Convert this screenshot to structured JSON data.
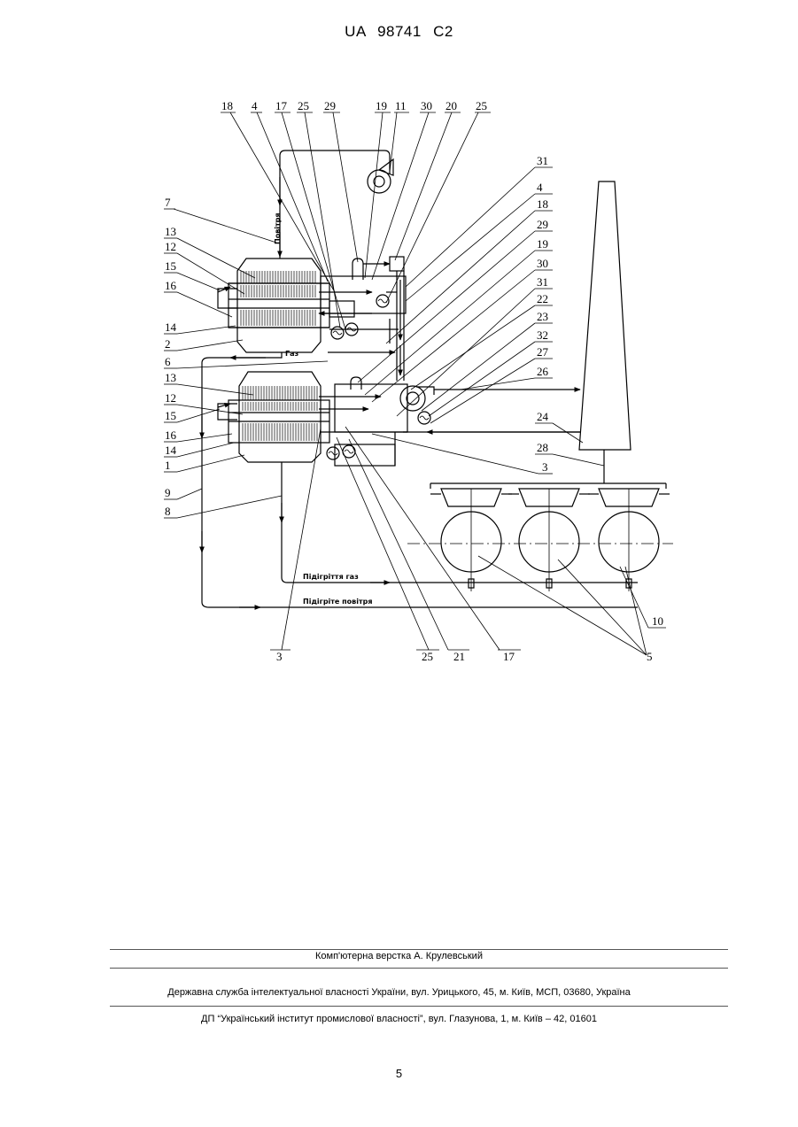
{
  "header": {
    "doc_id": "UA   98741   C2"
  },
  "figure": {
    "flow_labels": {
      "air": "Повітря",
      "gas": "Газ",
      "heated_gas": "Підігріття газ",
      "heated_air": "Підігріте повітря"
    },
    "callouts_top": [
      "18",
      "4",
      "17",
      "25",
      "29",
      "19",
      "11",
      "30",
      "20",
      "25"
    ],
    "callouts_left": [
      "7",
      "13",
      "12",
      "15",
      "16",
      "14",
      "2",
      "6",
      "13",
      "12",
      "15",
      "16",
      "14",
      "1",
      "9",
      "8"
    ],
    "callouts_right": [
      "31",
      "4",
      "18",
      "29",
      "19",
      "30",
      "31",
      "22",
      "23",
      "32",
      "27",
      "26",
      "24",
      "28",
      "3",
      "10",
      "5"
    ],
    "callouts_bottom": [
      "3",
      "25",
      "21",
      "17"
    ]
  },
  "footer": {
    "line1": "Комп'ютерна верстка А. Крулевський",
    "line2": "Державна служба інтелектуальної власності України, вул. Урицького, 45, м. Київ, МСП, 03680, Україна",
    "line3": "ДП “Український інститут промислової власності”, вул. Глазунова, 1, м. Київ – 42, 01601"
  },
  "page_number": "5"
}
